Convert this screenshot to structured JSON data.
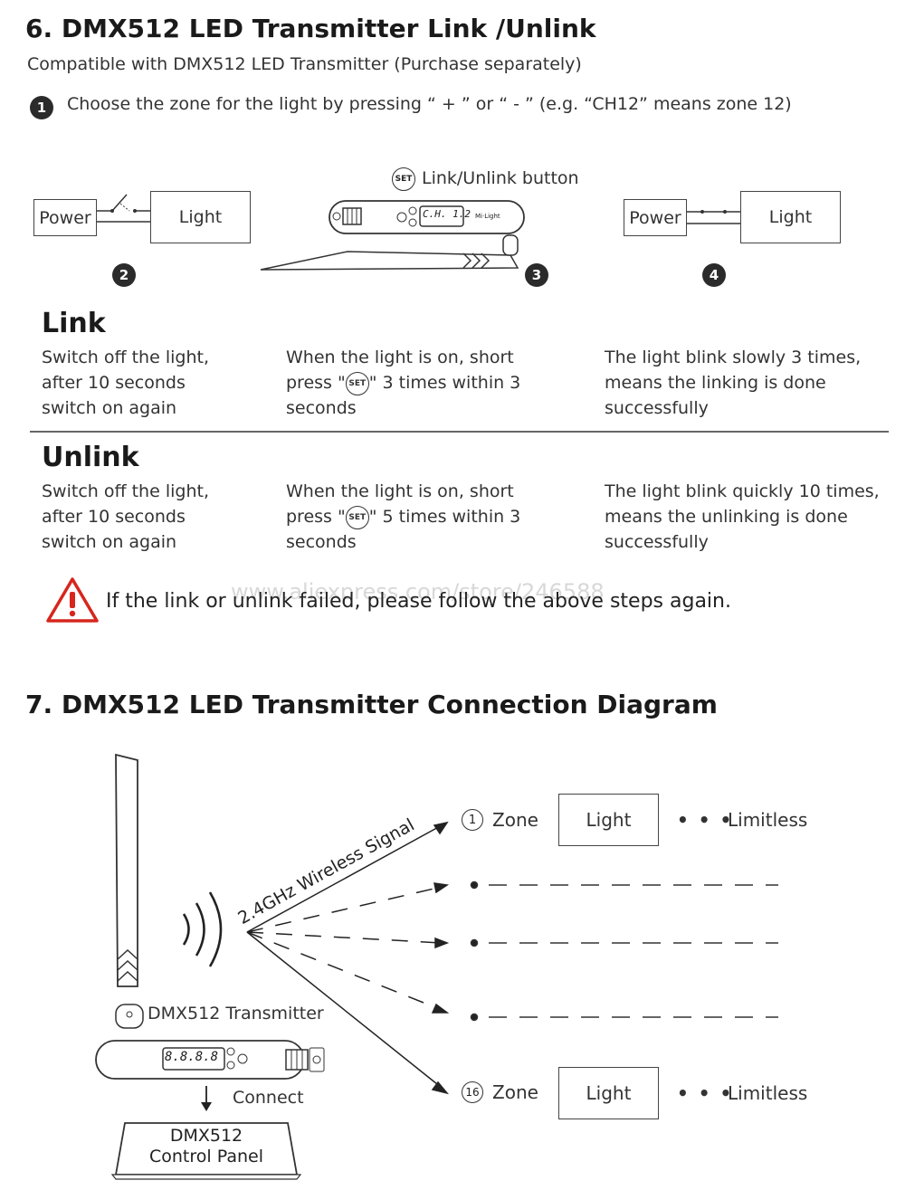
{
  "section6": {
    "title": "6. DMX512 LED Transmitter Link /Unlink",
    "subtitle": "Compatible with DMX512 LED Transmitter (Purchase separately)",
    "step1": {
      "num": "1",
      "text": "Choose the zone for the light by pressing “ + ” or “ - ”  (e.g. “CH12” means zone 12)"
    },
    "diagram": {
      "power_label": "Power",
      "light_label": "Light",
      "set_icon_text": "SET",
      "link_unlink_label": "Link/Unlink button",
      "display_text": "C.H. 1.2",
      "brand_text": "Mi·Light",
      "step2": "2",
      "step3": "3",
      "step4": "4"
    },
    "link": {
      "heading": "Link",
      "col1": [
        "Switch off the light,",
        "after 10 seconds",
        "switch on again"
      ],
      "col2": {
        "l1": "When the light is on, short",
        "l2a": "press \"",
        "l2b": "\" 3 times within 3",
        "l3": "seconds"
      },
      "col3": [
        "The light blink slowly 3 times,",
        "means the linking is done",
        "successfully"
      ]
    },
    "unlink": {
      "heading": "Unlink",
      "col1": [
        "Switch off the light,",
        "after 10 seconds",
        "switch on again"
      ],
      "col2": {
        "l1": "When the light is on, short",
        "l2a": "press \"",
        "l2b": "\" 5 times within 3",
        "l3": "seconds"
      },
      "col3": [
        "The light blink quickly 10 times,",
        "means the unlinking is done",
        "successfully"
      ]
    },
    "warning": "If the link or unlink failed, please follow the above steps again.",
    "watermark": "www.aliexpress.com/store/246588"
  },
  "section7": {
    "title": "7. DMX512 LED Transmitter Connection Diagram",
    "signal_label": "2.4GHz Wireless Signal",
    "transmitter_label": "DMX512 Transmitter",
    "connect_label": "Connect",
    "panel_line1": "DMX512",
    "panel_line2": "Control Panel",
    "display_text": "8.8.8.8",
    "zone_first": {
      "num": "1",
      "label": "Zone",
      "light": "Light",
      "dots": "• • •",
      "limitless": "Limitless"
    },
    "zone_last": {
      "num": "16",
      "label": "Zone",
      "light": "Light",
      "dots": "• • •",
      "limitless": "Limitless"
    }
  },
  "colors": {
    "warning_red": "#d7261e",
    "text": "#333333",
    "step_circle": "#2b2b2b"
  }
}
